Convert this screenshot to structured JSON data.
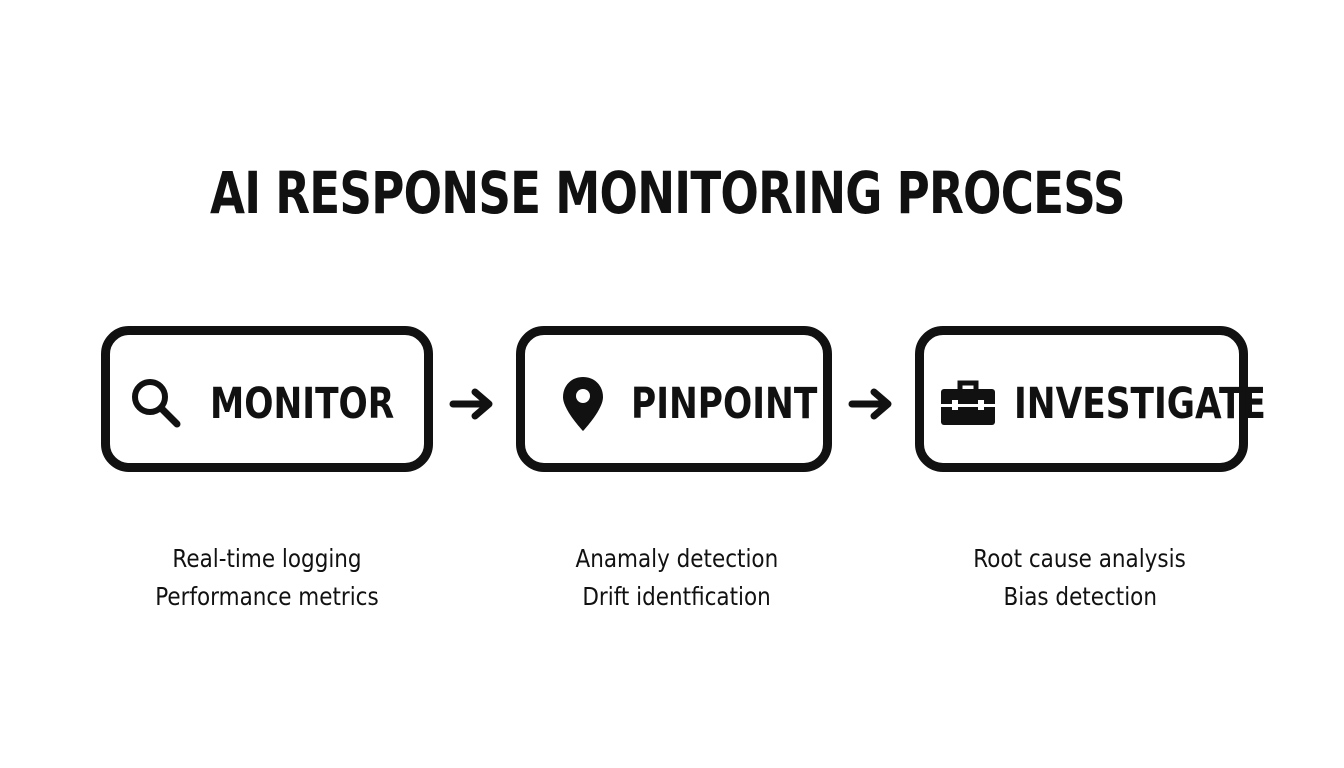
{
  "title": "AI RESPONSE MONITORING PROCESS",
  "steps": [
    {
      "label": "MONITOR",
      "icon": "magnifier-icon",
      "details": [
        "Real-time logging",
        "Performance metrics"
      ]
    },
    {
      "label": "PINPOINT",
      "icon": "map-pin-icon",
      "details": [
        "Anamaly detection",
        "Drift identfication"
      ]
    },
    {
      "label": "INVESTIGATE",
      "icon": "briefcase-icon",
      "details": [
        "Root cause analysis",
        "Bias detection"
      ]
    }
  ],
  "connector_icon": "arrow-right-icon",
  "colors": {
    "ink": "#111111",
    "background": "#ffffff"
  }
}
